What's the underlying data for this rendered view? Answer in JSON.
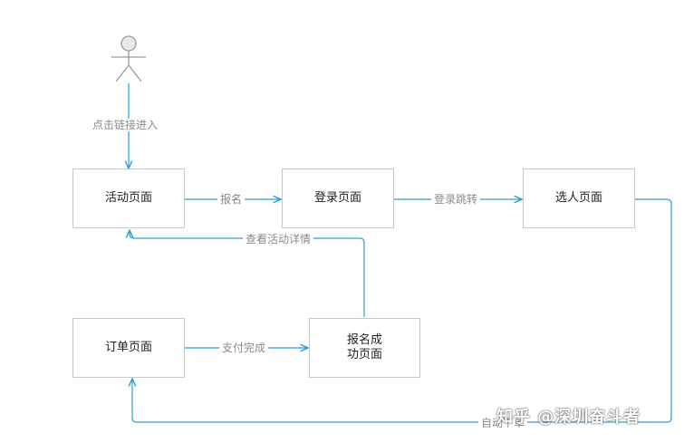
{
  "colors": {
    "edge": "#2b9fd4",
    "node_border": "#c8c8c8",
    "actor": "#9a9a9a"
  },
  "nodes": {
    "activity": "活动页面",
    "login": "登录页面",
    "select_person": "选人页面",
    "order": "订单页面",
    "signup_success": "报名成\n功页面"
  },
  "edges": {
    "click_link": "点击链接进入",
    "signup": "报名",
    "login_redirect": "登录跳转",
    "view_detail": "查看活动详情",
    "payment_done": "支付完成",
    "auto_order": "自动下单"
  },
  "watermark": "知乎 @深圳奋斗者"
}
